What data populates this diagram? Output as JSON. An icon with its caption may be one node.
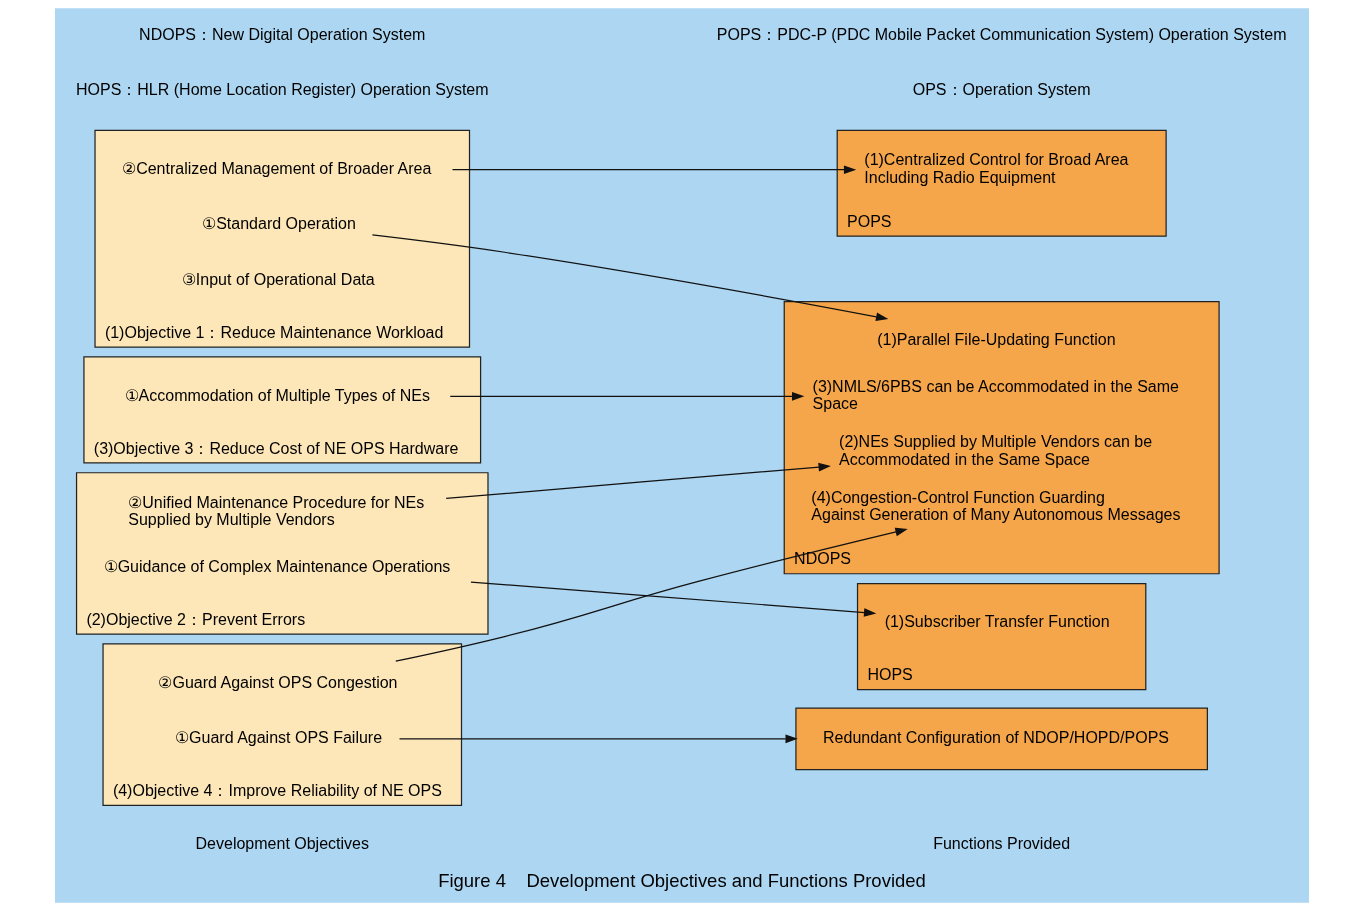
{
  "diagram": {
    "caption": "Figure 4    Development Objectives and Functions Provided",
    "nodes": [
      {
        "text": [
          "(1)Objective 1：Reduce Maintenance Workload"
        ]
      },
      {
        "text": [
          "①Standard Operation"
        ],
        "in": 0
      },
      {
        "text": [
          "②Centralized Management of Broader Area"
        ],
        "in": 0
      },
      {
        "text": [
          "③Input of Operational Data"
        ],
        "in": 0
      },
      {
        "text": [
          "(2)Objective 2：Prevent Errors"
        ]
      },
      {
        "text": [
          "①Guidance of Complex Maintenance Operations"
        ],
        "in": 4
      },
      {
        "text": [
          "②Unified Maintenance Procedure for NEs Supplied by Multiple Vendors"
        ],
        "in": 4
      },
      {
        "text": [
          "(3)Objective 3：Reduce Cost of NE OPS Hardware"
        ]
      },
      {
        "text": [
          "①Accommodation of Multiple Types of NEs"
        ],
        "in": 7
      },
      {
        "text": [
          "(4)Objective 4：Improve Reliability of NE OPS"
        ]
      },
      {
        "text": [
          "①Guard Against OPS Failure"
        ],
        "in": 9
      },
      {
        "text": [
          "②Guard Against OPS Congestion"
        ],
        "in": 9
      },
      {
        "text": [
          "NDOPS"
        ]
      },
      {
        "text": [
          "(1)Parallel File-Updating Function"
        ],
        "in": 12
      },
      {
        "text": [
          "(2)NEs Supplied by Multiple Vendors can be Accommodated in the Same Space"
        ],
        "in": 12
      },
      {
        "text": [
          "(3)NMLS/6PBS can be Accommodated in the Same Space"
        ],
        "in": 12
      },
      {
        "text": [
          "(4)Congestion-Control Function Guarding Against Generation of Many Autonomous Messages"
        ],
        "in": 12
      },
      {
        "text": [
          "HOPS"
        ]
      },
      {
        "text": [
          "(1)Subscriber Transfer Function"
        ],
        "in": 17
      },
      {
        "text": [
          "POPS"
        ]
      },
      {
        "text": [
          "(1)Centralized Control for Broad Area Including Radio Equipment"
        ],
        "in": 19
      },
      {
        "text": [
          "Redundant Configuration of NDOP/HOPD/POPS"
        ]
      }
    ],
    "edges": [
      {
        "from": 1,
        "to": 13,
        "arrow": "to"
      },
      {
        "from": 2,
        "to": 20,
        "arrow": "to"
      },
      {
        "from": 5,
        "to": 18,
        "arrow": "to"
      },
      {
        "from": 6,
        "to": 14,
        "arrow": "to"
      },
      {
        "from": 8,
        "to": 15,
        "arrow": "to"
      },
      {
        "from": 10,
        "to": 21,
        "arrow": "to"
      },
      {
        "from": 11,
        "to": 16,
        "arrow": "to"
      }
    ],
    "labels": [
      "Development Objectives",
      "Functions Provided",
      "HOPS：HLR (Home Location Register) Operation System",
      "OPS：Operation System",
      "NDOPS：New Digital Operation System",
      "POPS：PDC-P (PDC Mobile Packet Communication System) Operation System"
    ]
  }
}
